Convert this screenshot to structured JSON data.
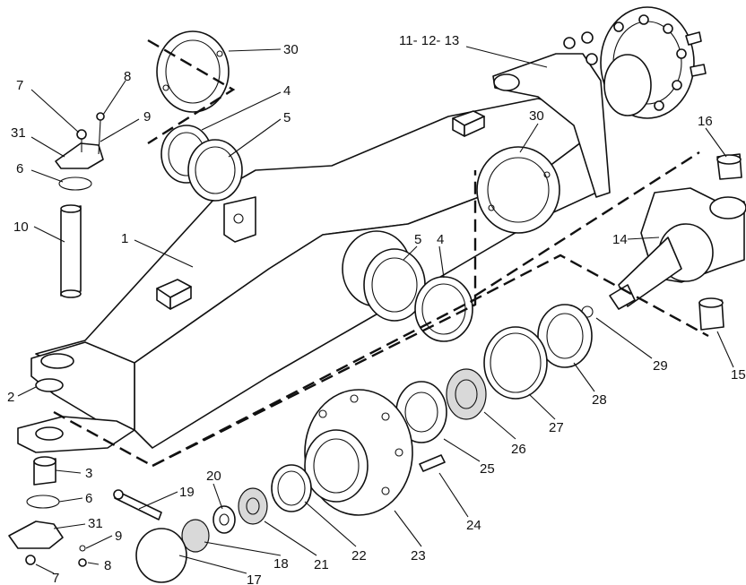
{
  "callouts": [
    {
      "id": "c30a",
      "text": "30"
    },
    {
      "id": "c4a",
      "text": "4"
    },
    {
      "id": "c5a",
      "text": "5"
    },
    {
      "id": "c7a",
      "text": "7"
    },
    {
      "id": "c8a",
      "text": "8"
    },
    {
      "id": "c9a",
      "text": "9"
    },
    {
      "id": "c31a",
      "text": "31"
    },
    {
      "id": "c6a",
      "text": "6"
    },
    {
      "id": "c10",
      "text": "10"
    },
    {
      "id": "c1",
      "text": "1"
    },
    {
      "id": "c11",
      "text": "11- 12- 13"
    },
    {
      "id": "c30b",
      "text": "30"
    },
    {
      "id": "c5b",
      "text": "5"
    },
    {
      "id": "c4b",
      "text": "4"
    },
    {
      "id": "c16",
      "text": "16"
    },
    {
      "id": "c14",
      "text": "14"
    },
    {
      "id": "c29",
      "text": "29"
    },
    {
      "id": "c15",
      "text": "15"
    },
    {
      "id": "c28",
      "text": "28"
    },
    {
      "id": "c27",
      "text": "27"
    },
    {
      "id": "c26",
      "text": "26"
    },
    {
      "id": "c25",
      "text": "25"
    },
    {
      "id": "c24",
      "text": "24"
    },
    {
      "id": "c23",
      "text": "23"
    },
    {
      "id": "c22",
      "text": "22"
    },
    {
      "id": "c21",
      "text": "21"
    },
    {
      "id": "c20",
      "text": "20"
    },
    {
      "id": "c19",
      "text": "19"
    },
    {
      "id": "c18",
      "text": "18"
    },
    {
      "id": "c17",
      "text": "17"
    },
    {
      "id": "c2",
      "text": "2"
    },
    {
      "id": "c3",
      "text": "3"
    },
    {
      "id": "c6b",
      "text": "6"
    },
    {
      "id": "c31b",
      "text": "31"
    },
    {
      "id": "c9b",
      "text": "9"
    },
    {
      "id": "c7b",
      "text": "7"
    },
    {
      "id": "c8b",
      "text": "8"
    }
  ]
}
